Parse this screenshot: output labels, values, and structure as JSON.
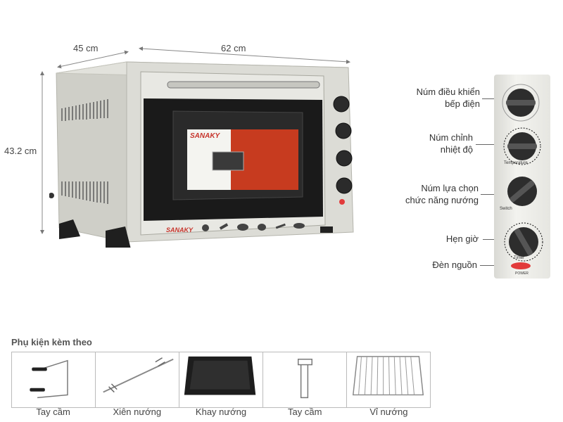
{
  "dimensions": {
    "depth": "45 cm",
    "width": "62 cm",
    "height": "43.2 cm"
  },
  "oven": {
    "brand": "SANAKY"
  },
  "controls": [
    {
      "label": "Núm điều khiển\nbếp điện",
      "line1": "Núm điều khiển",
      "line2": "bếp điện"
    },
    {
      "label": "Núm chỉnh\nnhiệt độ",
      "line1": "Núm chỉnh",
      "line2": "nhiệt độ"
    },
    {
      "label": "Núm lựa chọn\nchức năng nướng",
      "line1": "Núm lựa chọn",
      "line2": "chức năng nướng"
    },
    {
      "label": "Hẹn giờ",
      "line1": "Hẹn giờ",
      "line2": ""
    },
    {
      "label": "Đèn nguồn",
      "line1": "Đèn nguồn",
      "line2": ""
    }
  ],
  "panel_text": {
    "temperature": "Temperature",
    "switch": "Switch",
    "timer": "Timer",
    "power": "POWER"
  },
  "accessories": {
    "title": "Phụ kiện kèm theo",
    "items": [
      {
        "name": "Tay cầm",
        "icon": "handle-icon"
      },
      {
        "name": "Xiên nướng",
        "icon": "skewer-icon"
      },
      {
        "name": "Khay nướng",
        "icon": "baking-tray-icon"
      },
      {
        "name": "Tay cầm",
        "icon": "tray-handle-icon"
      },
      {
        "name": "Vỉ nướng",
        "icon": "wire-rack-icon"
      }
    ]
  },
  "colors": {
    "oven_body": "#dcdcd6",
    "door_glass": "#1a1a1a",
    "knob": "#2b2b2b",
    "power_light": "#e23b3b"
  }
}
